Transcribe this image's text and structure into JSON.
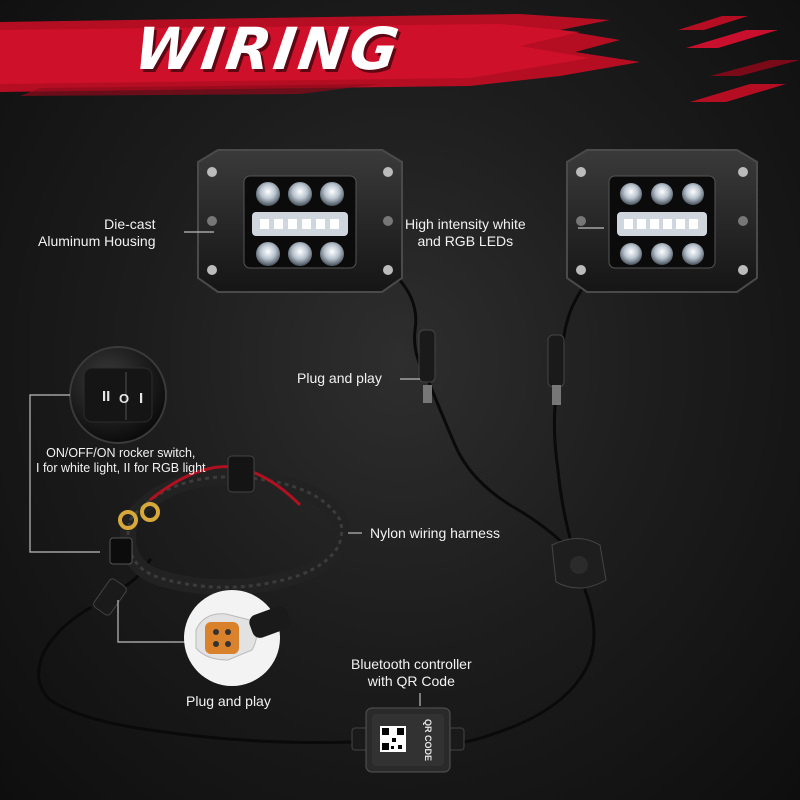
{
  "header": {
    "title": "WIRING"
  },
  "callouts": {
    "housing": [
      "Die-cast",
      "Aluminum Housing"
    ],
    "leds": [
      "High intensity white",
      "and RGB LEDs"
    ],
    "plug_top": "Plug and play",
    "switch": [
      "ON/OFF/ON rocker switch,",
      "I for white light, II for RGB light"
    ],
    "harness": "Nylon wiring harness",
    "plug_bottom": "Plug and play",
    "controller": [
      "Bluetooth controller",
      "with QR Code"
    ]
  },
  "switch_face": {
    "left_mark": "II",
    "middle_mark": "O",
    "right_mark": "I"
  },
  "controller_badge": "QR CODE",
  "colors": {
    "accent": "#c8102e",
    "background": "#1b1b1b",
    "text": "#f2f2f2"
  },
  "icons": [
    "qr-code-icon",
    "switch-icon",
    "connector-icon"
  ]
}
